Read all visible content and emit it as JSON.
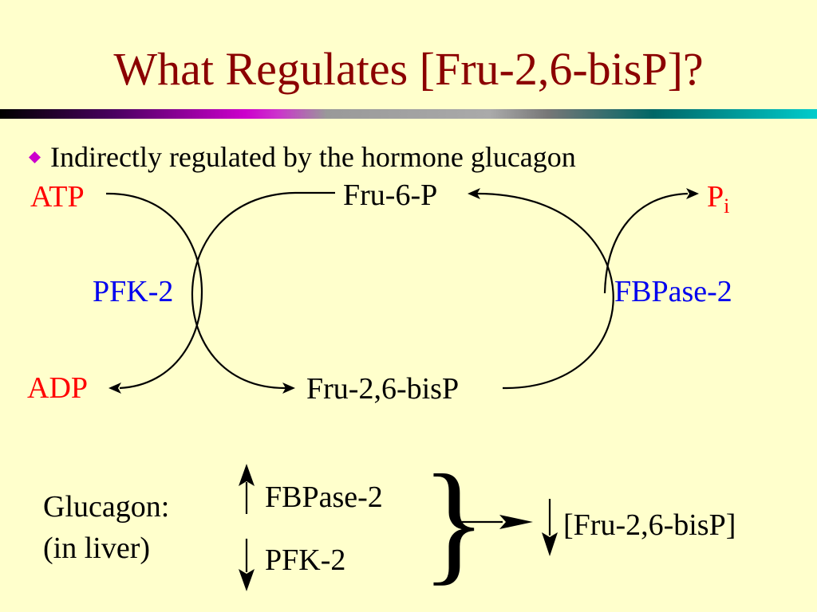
{
  "slide": {
    "title": "What Regulates [Fru-2,6-bisP]?"
  },
  "bullet": {
    "text": "Indirectly regulated by the hormone glucagon",
    "color": "#cc00cc"
  },
  "cycle": {
    "atp": "ATP",
    "adp": "ADP",
    "pi_main": "P",
    "pi_sub": "i",
    "fru6p": "Fru-6-P",
    "fru26bisp": "Fru-2,6-bisP",
    "pfk2": "PFK-2",
    "fbpase2": "FBPase-2"
  },
  "glucagon_effect": {
    "label_line1": "Glucagon:",
    "label_line2": "(in liver)",
    "fbpase2": "FBPase-2",
    "fbpase2_direction": "up",
    "pfk2": "PFK-2",
    "pfk2_direction": "down",
    "result": "[Fru-2,6-bisP]",
    "result_direction": "down"
  },
  "colors": {
    "title": "#8b0000",
    "nucleotide": "#ff0000",
    "enzyme": "#0000ee",
    "background": "#ffffcc"
  }
}
